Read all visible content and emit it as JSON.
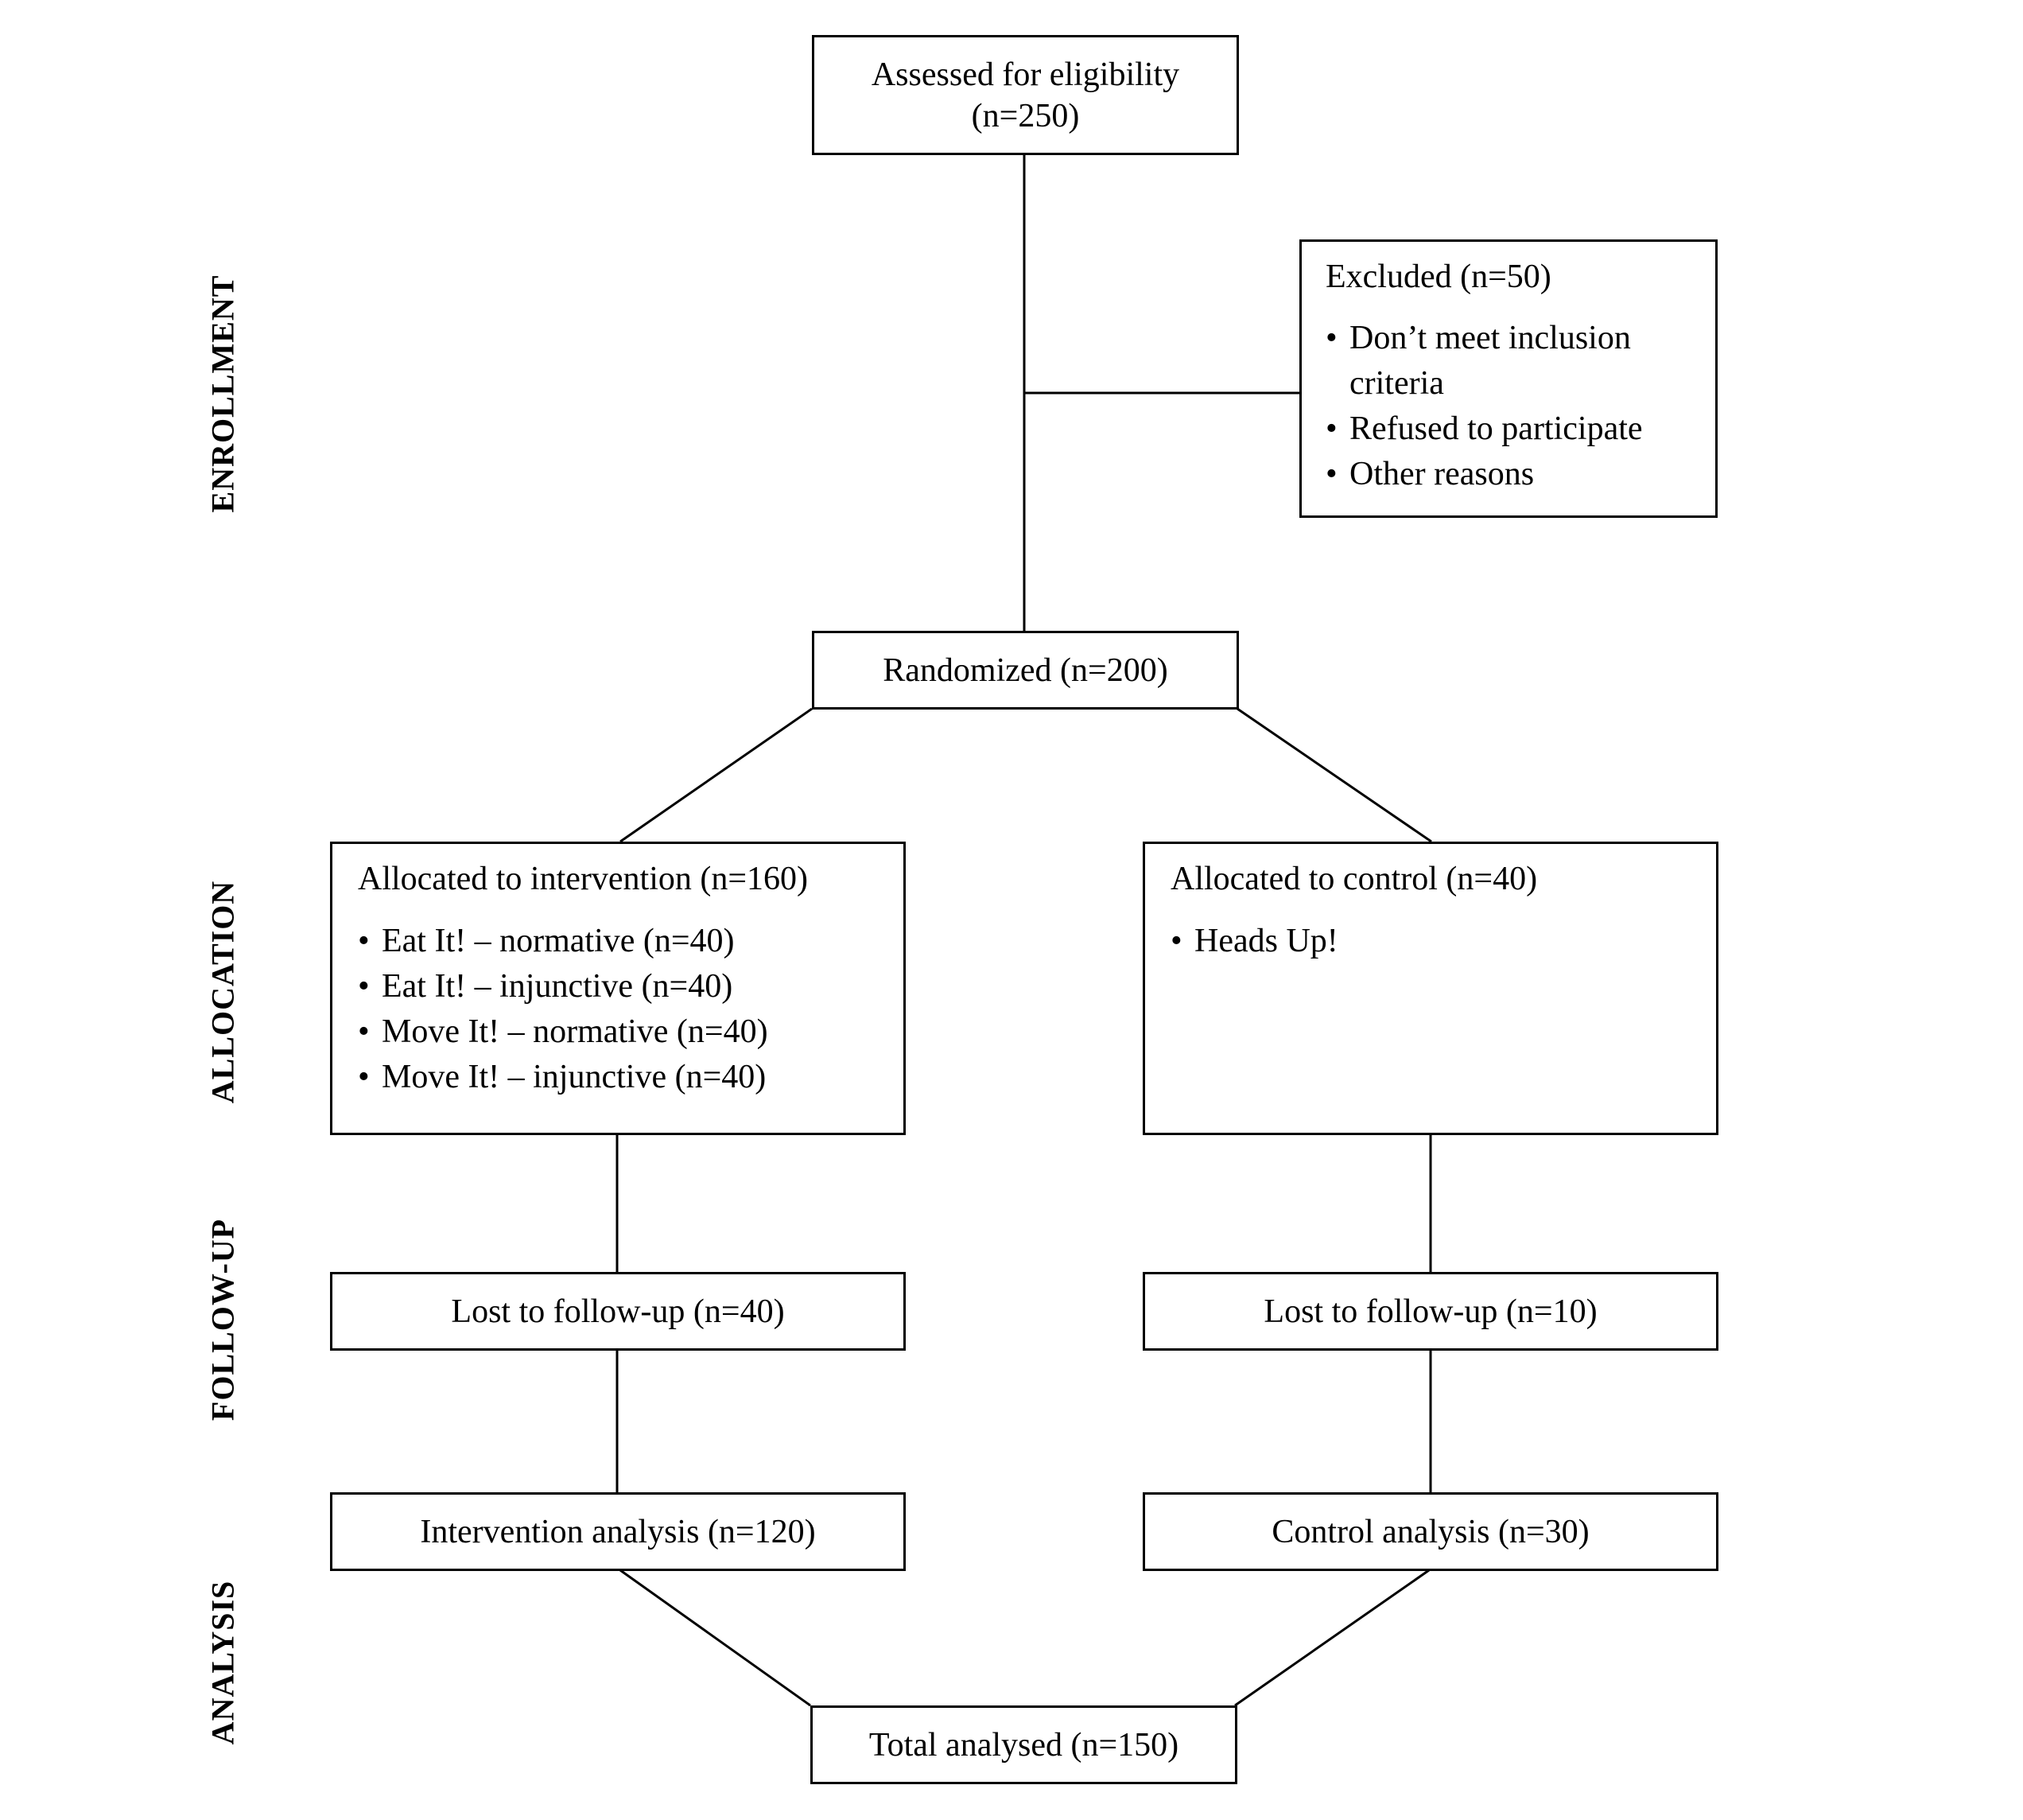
{
  "phases": {
    "enrollment": "ENROLLMENT",
    "allocation": "ALLOCATION",
    "follow_up": "FOLLOW-UP",
    "analysis": "ANALYSIS"
  },
  "assessed": {
    "line1": "Assessed for eligibility",
    "line2": "(n=250)"
  },
  "excluded": {
    "title": "Excluded (n=50)",
    "items": [
      "Don’t meet inclusion criteria",
      "Refused to participate",
      "Other reasons"
    ]
  },
  "randomized": "Randomized (n=200)",
  "intervention_allocation": {
    "title": "Allocated to intervention (n=160)",
    "items": [
      "Eat It! – normative (n=40)",
      "Eat It! – injunctive (n=40)",
      "Move It! – normative (n=40)",
      "Move It! – injunctive (n=40)"
    ]
  },
  "control_allocation": {
    "title": "Allocated to control (n=40)",
    "items": [
      "Heads Up!"
    ]
  },
  "intervention_followup": "Lost to follow-up (n=40)",
  "control_followup": "Lost to follow-up (n=10)",
  "intervention_analysis": "Intervention analysis (n=120)",
  "control_analysis": "Control analysis (n=30)",
  "total": "Total analysed (n=150)"
}
